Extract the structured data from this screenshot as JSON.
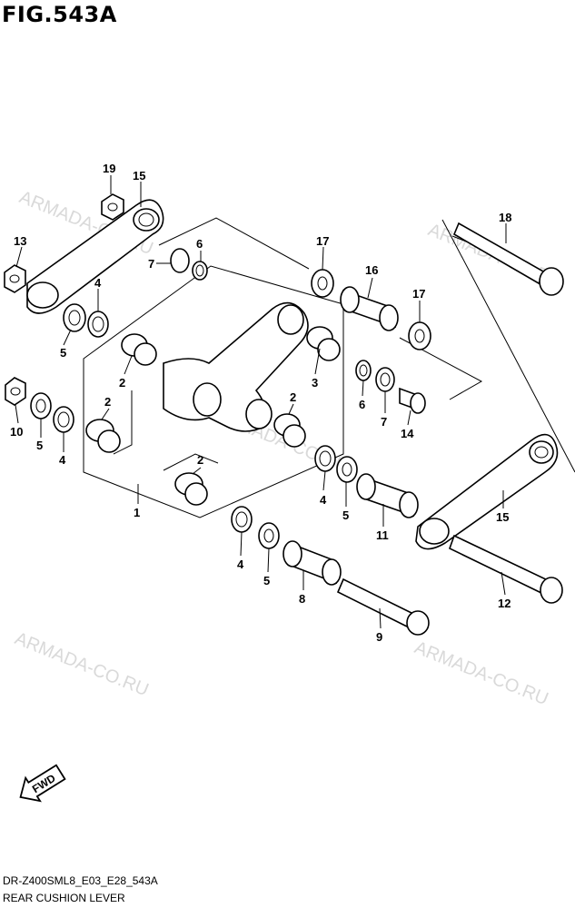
{
  "figure": {
    "title": "FIG.543A",
    "code": "DR-Z400SML8_E03_E28_543A",
    "name": "REAR CUSHION LEVER"
  },
  "watermark": "ARMADA-CO.RU",
  "fwd_label": "FWD",
  "callouts": [
    {
      "id": "c19",
      "label": "19"
    },
    {
      "id": "c15a",
      "label": "15"
    },
    {
      "id": "c13",
      "label": "13"
    },
    {
      "id": "c7a",
      "label": "7"
    },
    {
      "id": "c6a",
      "label": "6"
    },
    {
      "id": "c4a",
      "label": "4"
    },
    {
      "id": "c5a",
      "label": "5"
    },
    {
      "id": "c17a",
      "label": "17"
    },
    {
      "id": "c16",
      "label": "16"
    },
    {
      "id": "c17b",
      "label": "17"
    },
    {
      "id": "c18",
      "label": "18"
    },
    {
      "id": "c2a",
      "label": "2"
    },
    {
      "id": "c3",
      "label": "3"
    },
    {
      "id": "c2b",
      "label": "2"
    },
    {
      "id": "c2c",
      "label": "2"
    },
    {
      "id": "c10",
      "label": "10"
    },
    {
      "id": "c5b",
      "label": "5"
    },
    {
      "id": "c4b",
      "label": "4"
    },
    {
      "id": "c6b",
      "label": "6"
    },
    {
      "id": "c7b",
      "label": "7"
    },
    {
      "id": "c14",
      "label": "14"
    },
    {
      "id": "c2d",
      "label": "2"
    },
    {
      "id": "c1",
      "label": "1"
    },
    {
      "id": "c4c",
      "label": "4"
    },
    {
      "id": "c5c",
      "label": "5"
    },
    {
      "id": "c11",
      "label": "11"
    },
    {
      "id": "c15b",
      "label": "15"
    },
    {
      "id": "c4d",
      "label": "4"
    },
    {
      "id": "c5d",
      "label": "5"
    },
    {
      "id": "c8",
      "label": "8"
    },
    {
      "id": "c12",
      "label": "12"
    },
    {
      "id": "c9",
      "label": "9"
    }
  ]
}
